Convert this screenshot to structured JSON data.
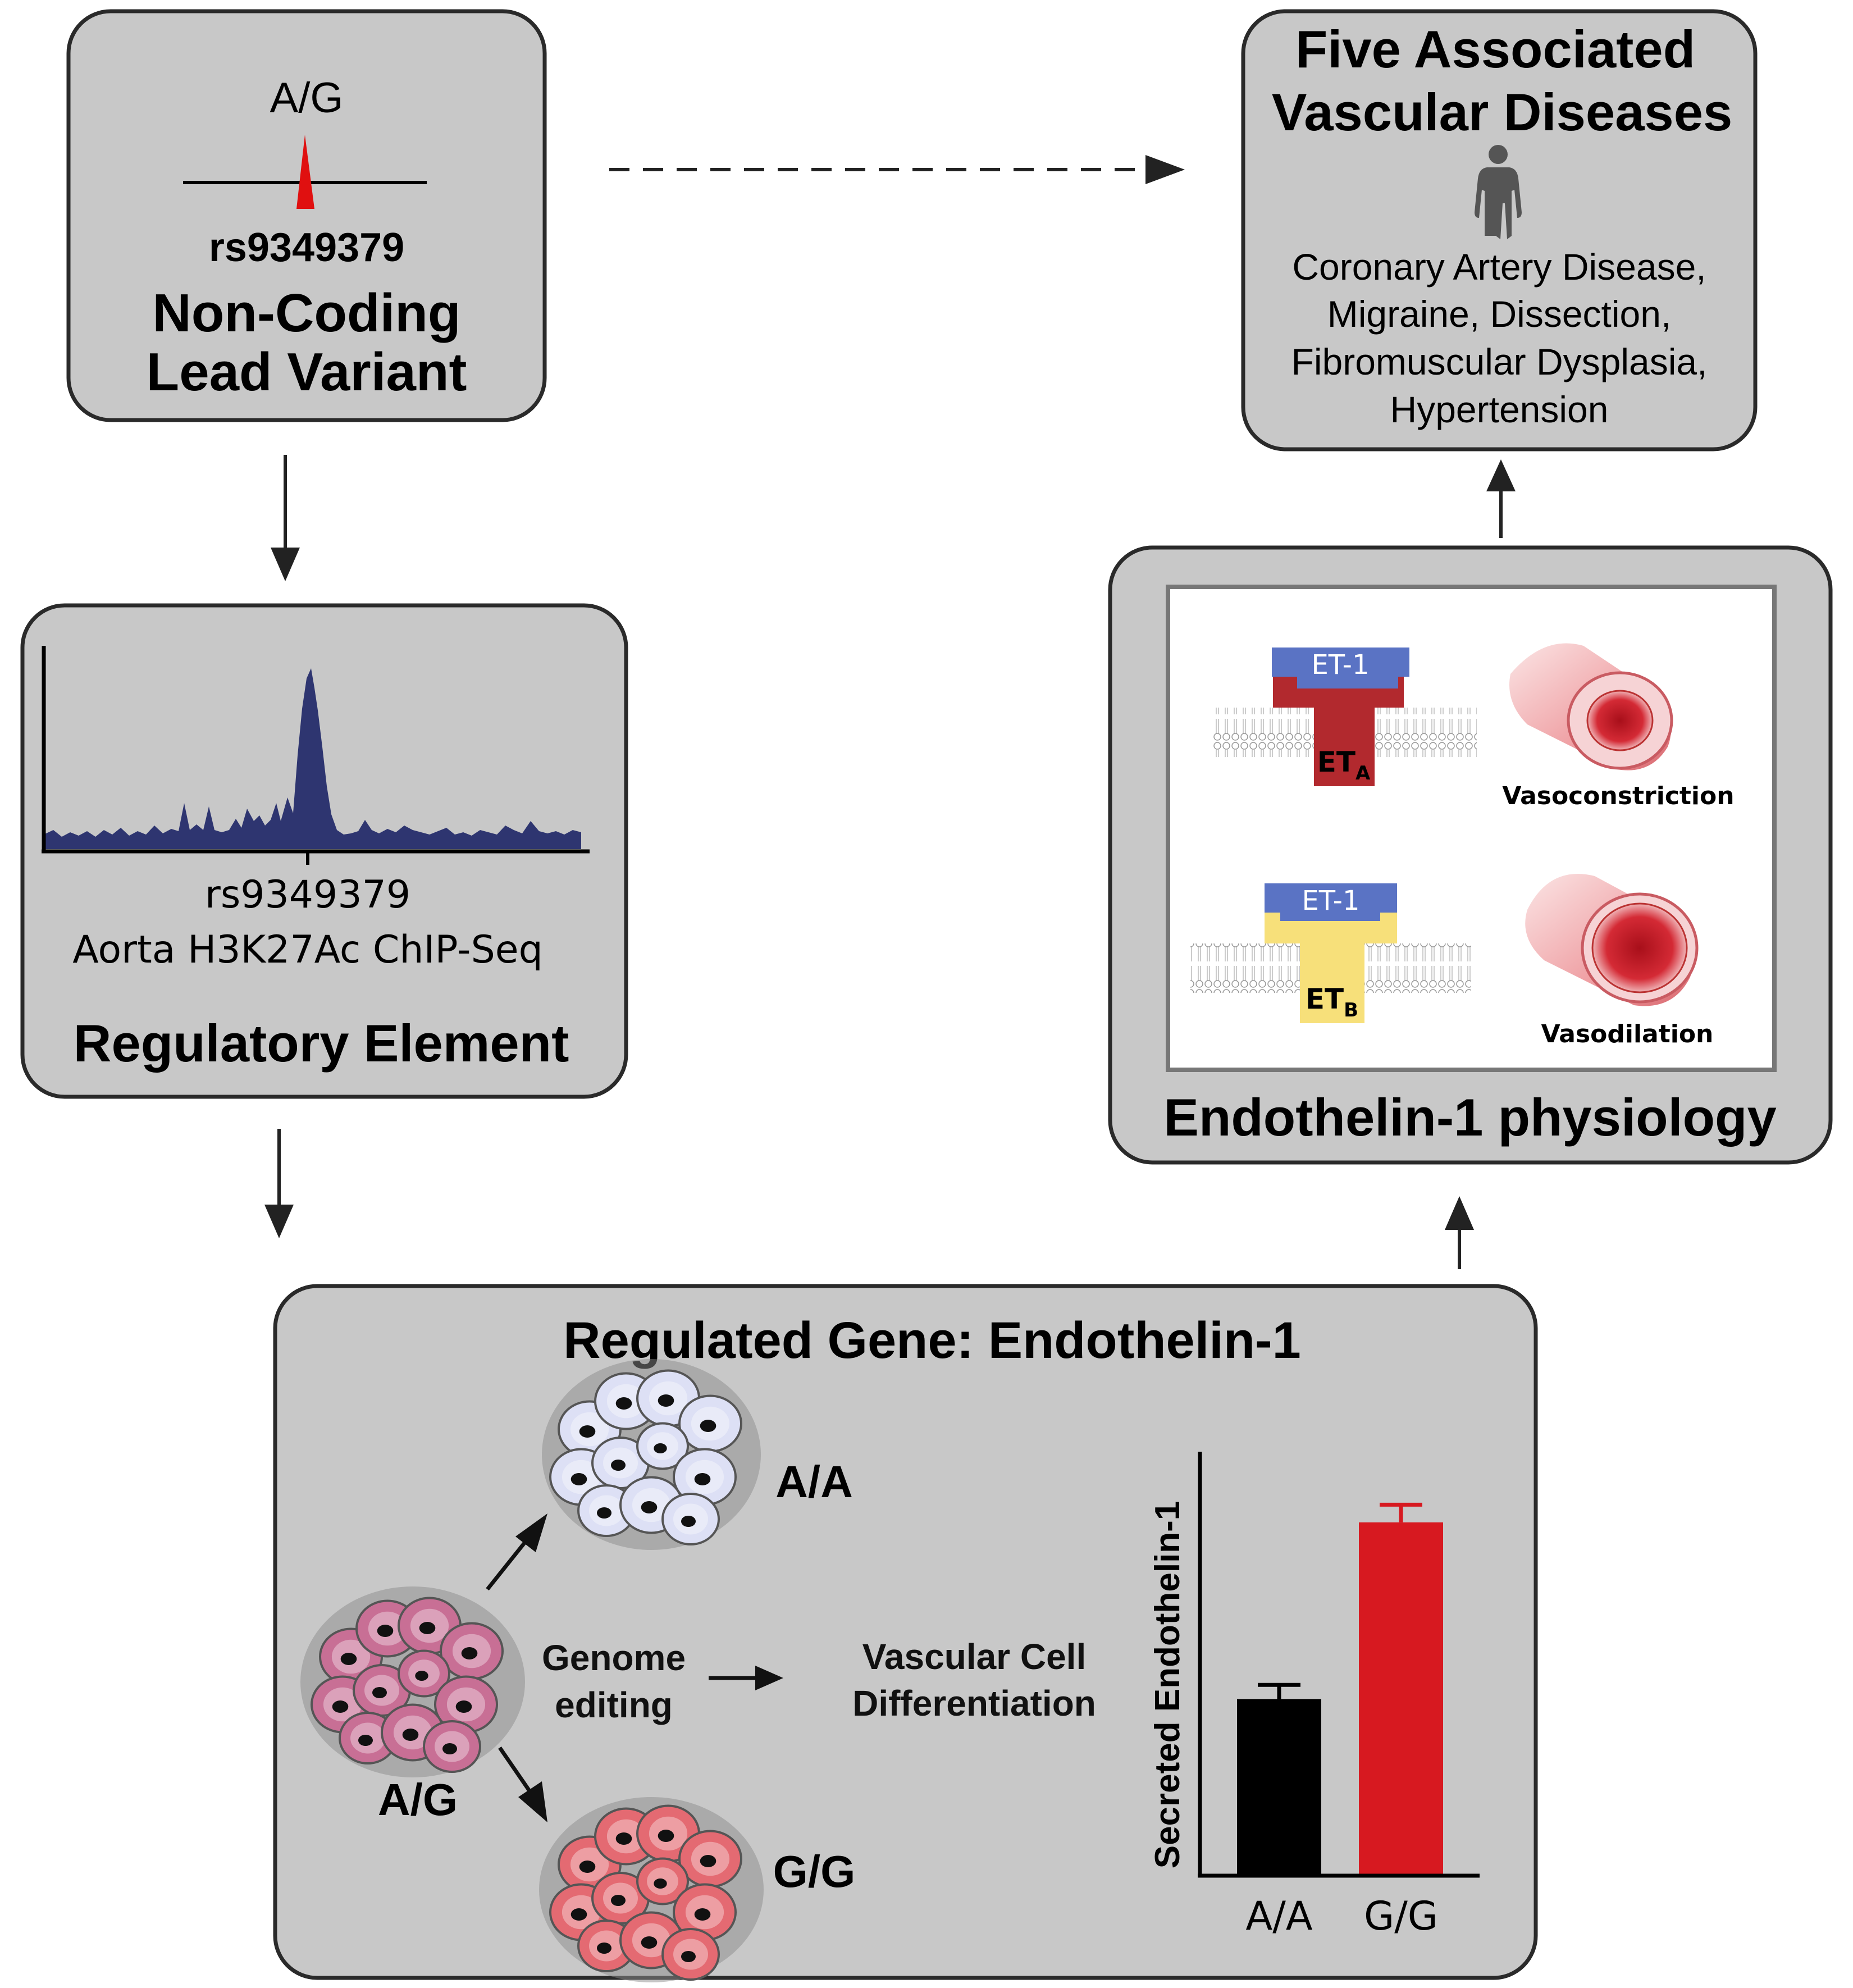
{
  "variant_box": {
    "allele": "A/G",
    "rsid": "rs9349379",
    "title_line1": "Non-Coding",
    "title_line2": "Lead Variant"
  },
  "diseases_box": {
    "title_line1": "Five Associated",
    "title_line2": "Vascular Diseases",
    "diseases": [
      "Coronary Artery Disease,",
      "Migraine, Dissection,",
      "Fibromuscular Dysplasia,",
      "Hypertension"
    ]
  },
  "regulatory_box": {
    "track_label": "rs9349379",
    "track_name": "Aorta H3K27Ac ChIP-Seq",
    "title": "Regulatory Element"
  },
  "physiology_box": {
    "ligand_top": "ET-1",
    "ligand_bottom": "ET-1",
    "receptor_a_main": "ET",
    "receptor_a_sub": "A",
    "receptor_b_main": "ET",
    "receptor_b_sub": "B",
    "effect_a": "Vasoconstriction",
    "effect_b": "Vasodilation",
    "title": "Endothelin-1 physiology"
  },
  "gene_box": {
    "title": "Regulated Gene: Endothelin-1",
    "parent_genotype": "A/G",
    "genotype_aa": "A/A",
    "genotype_gg": "G/G",
    "step1_line1": "Genome",
    "step1_line2": "editing",
    "step2_line1": "Vascular Cell",
    "step2_line2": "Differentiation"
  },
  "colors": {
    "box_fill": "#c8c8c8",
    "box_stroke": "#2a2a2a",
    "variant_red": "#e01010",
    "chip_fill": "#2e3570",
    "receptor_red": "#b2292e",
    "receptor_yellow": "#f7e07a",
    "ligand_blue": "#5a73c4",
    "cells_blue": "#dde0f5",
    "cells_red": "#e46a72",
    "cells_mixed": "#c86f95",
    "bar_black": "#000000",
    "bar_red": "#d71920"
  },
  "chart_data": {
    "type": "bar",
    "categories": [
      "A/A",
      "G/G"
    ],
    "values": [
      0.5,
      1.0
    ],
    "errors": [
      0.04,
      0.05
    ],
    "colors": [
      "#000000",
      "#d71920"
    ],
    "ylabel": "Secreted Endothelin-1",
    "ylim": [
      0,
      1.2
    ],
    "grid": false
  }
}
